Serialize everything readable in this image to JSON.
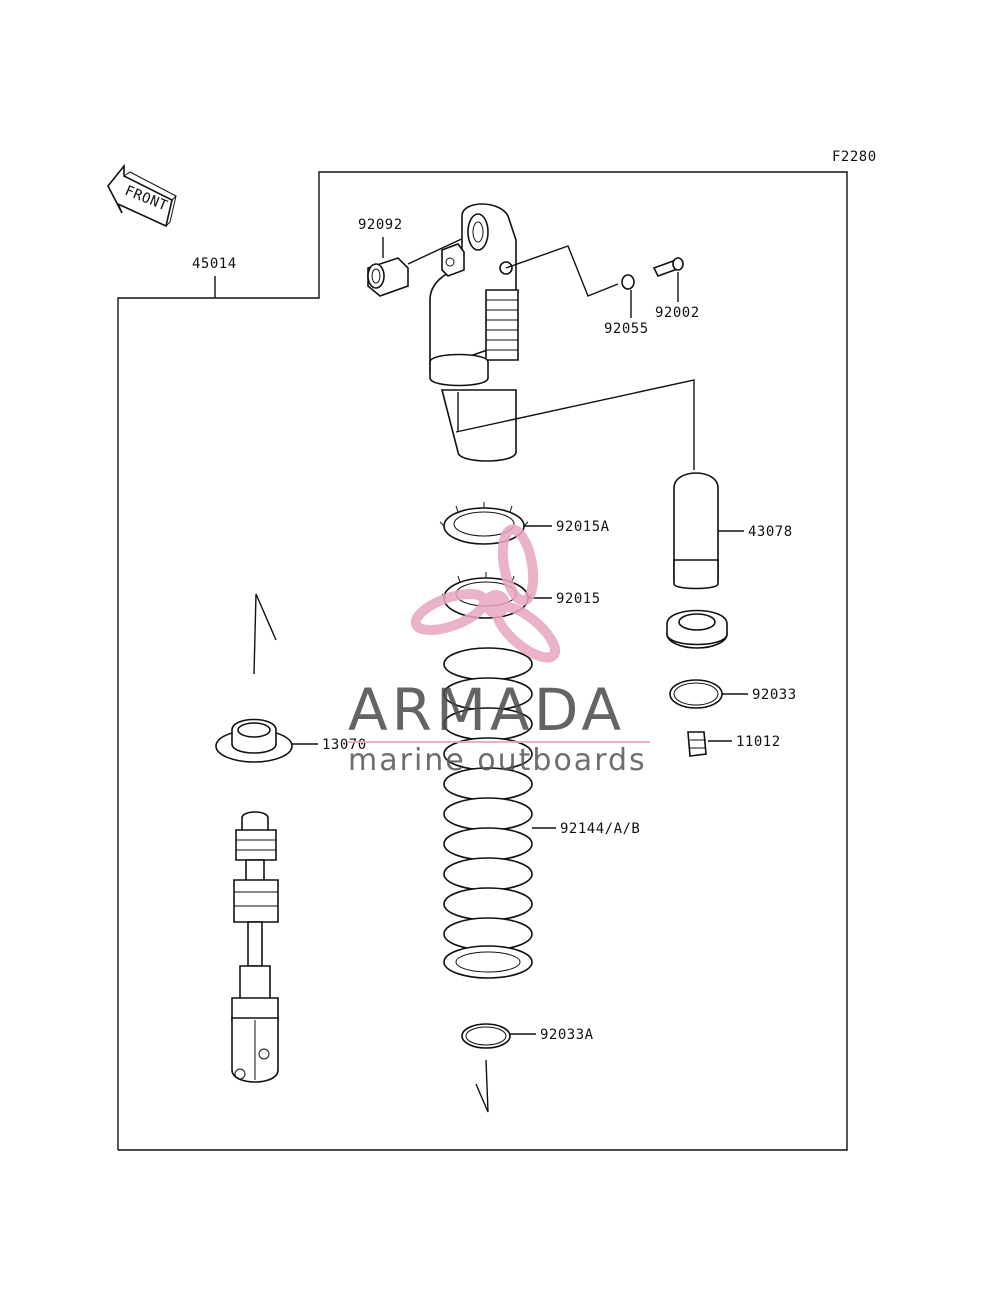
{
  "diagram_code": "F2280",
  "front_arrow_text": "FRONT",
  "labels": {
    "shock_assembly": "45014",
    "bushing": "92092",
    "o_ring": "92055",
    "valve": "92002",
    "nut_a": "92015A",
    "nut": "92015",
    "reservoir_cap": "43078",
    "circlip": "92033",
    "cap": "11012",
    "spring_seat": "13070",
    "spring": "92144/A/B",
    "circlip_a": "92033A"
  },
  "watermark": {
    "brand": "ARMADA",
    "tagline": "marine outboards",
    "logo_color": "#e8a6c0",
    "line_color": "#e8a6c0"
  }
}
